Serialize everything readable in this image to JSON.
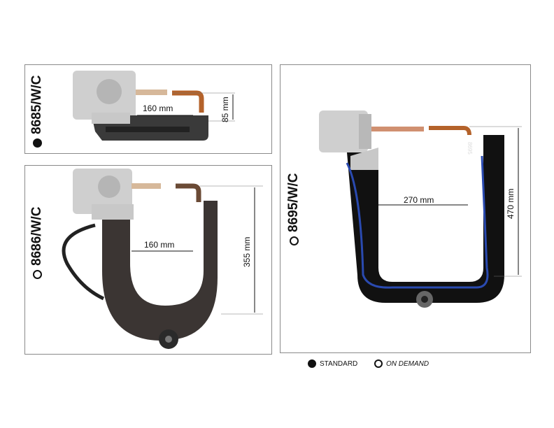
{
  "models": [
    {
      "name": "8685/W/C",
      "availability": "standard",
      "gap": "160 mm",
      "depth": "85 mm"
    },
    {
      "name": "8686/W/C",
      "availability": "on demand",
      "gap": "160 mm",
      "depth": "355 mm"
    },
    {
      "name": "8695/W/C",
      "availability": "on demand",
      "gap": "270 mm",
      "depth": "470 mm",
      "arm_marking": "8695"
    }
  ],
  "legend": {
    "standard": "STANDARD",
    "on_demand": "ON DEMAND"
  }
}
